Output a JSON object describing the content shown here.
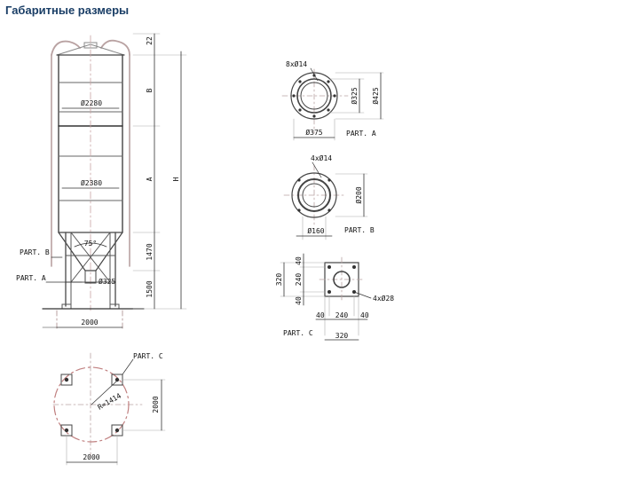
{
  "page": {
    "title": "Габаритные размеры"
  },
  "silo": {
    "dims": {
      "top": "22",
      "b": "B",
      "a": "A",
      "h": "H",
      "cone": "1470",
      "leg": "1500",
      "d_upper": "Ø2280",
      "d_lower": "Ø2380",
      "angle": "75°",
      "outlet": "Ø325",
      "base": "2000"
    },
    "labels": {
      "part_b": "PART. B",
      "part_a": "PART. A"
    }
  },
  "part_a": {
    "holes": "8xØ14",
    "d_outer": "Ø425",
    "d_inner": "Ø325",
    "d_bottom": "Ø375",
    "label": "PART. A"
  },
  "part_b": {
    "holes": "4xØ14",
    "d_right": "Ø200",
    "d_bottom": "Ø160",
    "label": "PART. B"
  },
  "part_c": {
    "label": "PART. C",
    "holes": "4xØ28",
    "side": "320",
    "v40a": "40",
    "v240": "240",
    "v40b": "40",
    "h40a": "40",
    "h240": "240",
    "h40b": "40",
    "width": "320"
  },
  "plan": {
    "label": "PART. C",
    "radius": "R=1414",
    "height": "2000",
    "width": "2000"
  }
}
